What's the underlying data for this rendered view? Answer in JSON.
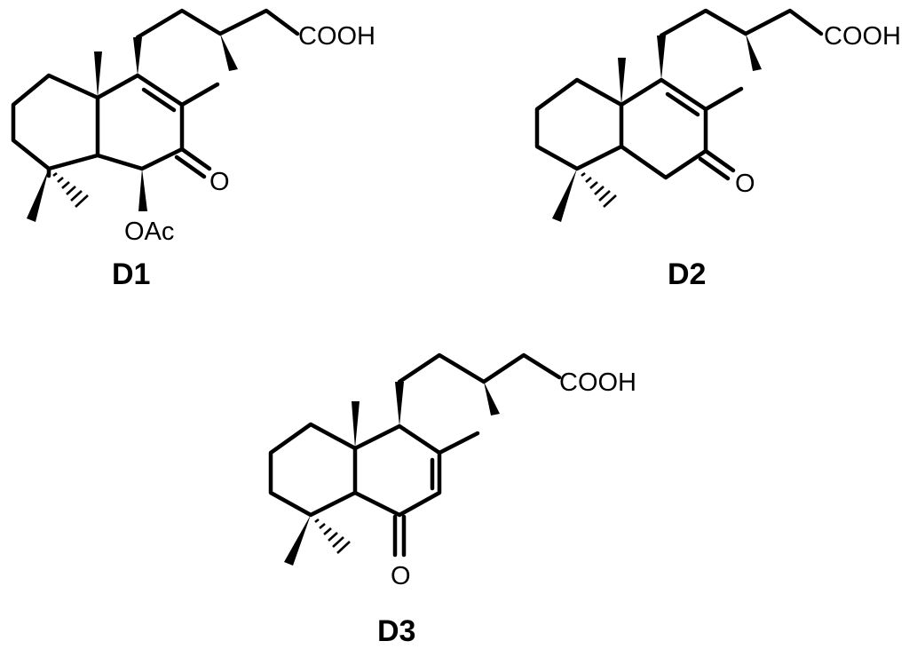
{
  "compounds": [
    {
      "name": "D1",
      "labels": {
        "acid": "COOH",
        "ketone_o": "O",
        "ester": "OAc"
      }
    },
    {
      "name": "D2",
      "labels": {
        "acid": "COOH",
        "ketone_o": "O"
      }
    },
    {
      "name": "D3",
      "labels": {
        "acid": "COOH",
        "ketone_o": "O"
      }
    }
  ]
}
